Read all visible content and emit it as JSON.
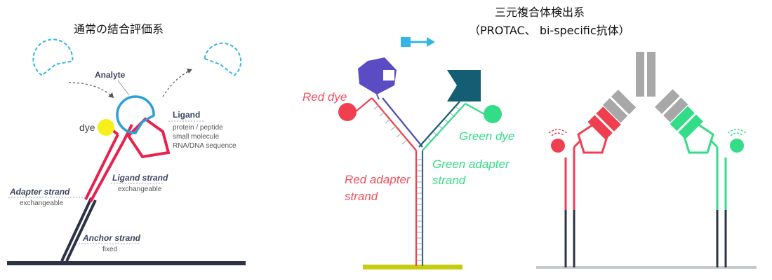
{
  "left_panel": {
    "title": "通常の結合評価系",
    "analyte": "Analyte",
    "dye": "dye",
    "ligand": "Ligand",
    "ligand_desc": [
      "protein / peptide",
      "small molecule",
      "RNA/DNA sequence"
    ],
    "ligand_strand": "Ligand strand",
    "ligand_strand_desc": "exchangeable",
    "adapter_strand": "Adapter strand",
    "adapter_strand_desc": "exchangeable",
    "anchor_strand": "Anchor strand",
    "anchor_strand_desc": "fixed"
  },
  "right_panel": {
    "title_line1": "三元複合体検出系",
    "title_line2": "（PROTAC、 bi-specific抗体）",
    "red_dye": "Red dye",
    "green_dye": "Green dye",
    "red_adapter_line1": "Red adapter",
    "red_adapter_line2": "strand",
    "green_adapter_line1": "Green adapter",
    "green_adapter_line2": "strand"
  },
  "colors": {
    "navy": "#2b3344",
    "red": "#f04050",
    "green": "#33dd88",
    "cyan": "#33b5e5",
    "purple": "#5b4cc4",
    "teal": "#135e72",
    "yellow": "#f7ef1a",
    "olive": "#c8cc10",
    "gray": "#a8a8a8"
  }
}
